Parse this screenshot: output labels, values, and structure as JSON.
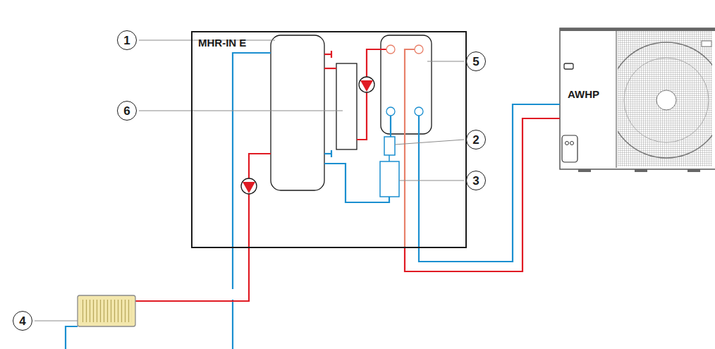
{
  "diagram": {
    "nodes": [
      {
        "text": [
          "MHR-IN E"
        ]
      },
      {
        "text": [
          "1"
        ]
      },
      {
        "text": [
          "5"
        ]
      },
      {
        "text": [
          "6"
        ]
      },
      {
        "text": [
          "2"
        ]
      },
      {
        "text": [
          "3"
        ]
      },
      {
        "text": [
          "4"
        ]
      },
      {
        "text": [
          "AWHP"
        ]
      }
    ],
    "edges": [
      {
        "from": 0,
        "to": 7,
        "arrow": "none"
      },
      {
        "from": 0,
        "to": 7,
        "arrow": "none"
      }
    ]
  }
}
